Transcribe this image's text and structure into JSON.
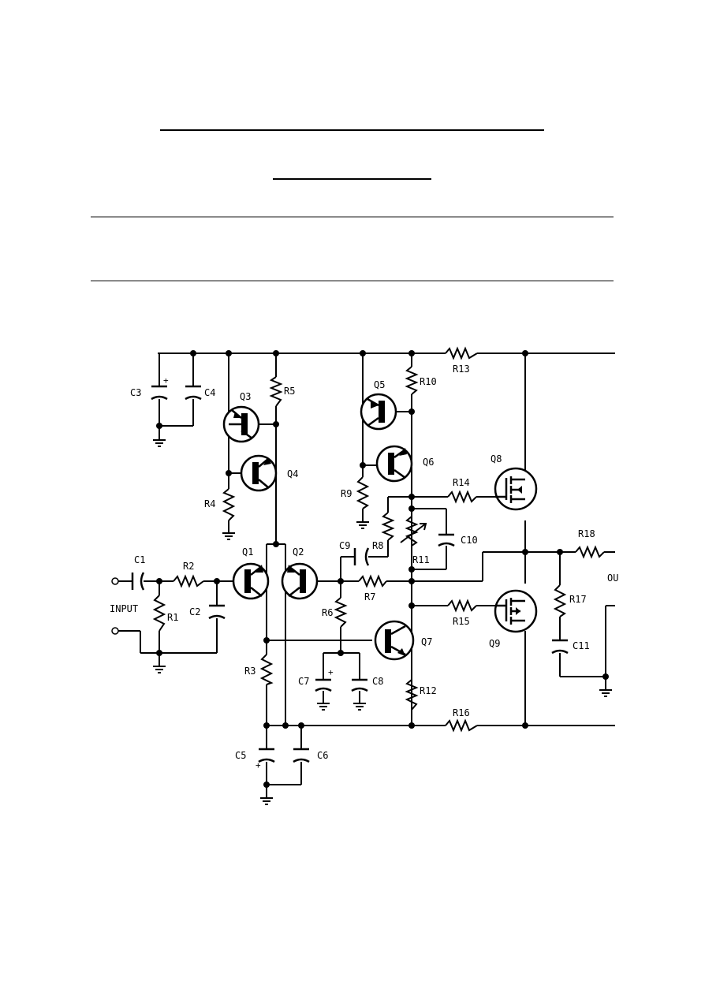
{
  "page": {
    "title_rule": "",
    "subtitle_rule": ""
  },
  "schematic": {
    "labels": {
      "c1": "C1",
      "c2": "C2",
      "c3": "C3",
      "c4": "C4",
      "c5": "C5",
      "c6": "C6",
      "c7": "C7",
      "c8": "C8",
      "c9": "C9",
      "c10": "C10",
      "c11": "C11",
      "r1": "R1",
      "r2": "R2",
      "r3": "R3",
      "r4": "R4",
      "r5": "R5",
      "r6": "R6",
      "r7": "R7",
      "r8": "R8",
      "r9": "R9",
      "r10": "R10",
      "r11": "R11",
      "r12": "R12",
      "r13": "R13",
      "r14": "R14",
      "r15": "R15",
      "r16": "R16",
      "r17": "R17",
      "r18": "R18",
      "q1": "Q1",
      "q2": "Q2",
      "q3": "Q3",
      "q4": "Q4",
      "q5": "Q5",
      "q6": "Q6",
      "q7": "Q7",
      "q8": "Q8",
      "q9": "Q9",
      "input": "INPUT",
      "out_partial": "OU",
      "plus": "+"
    }
  }
}
